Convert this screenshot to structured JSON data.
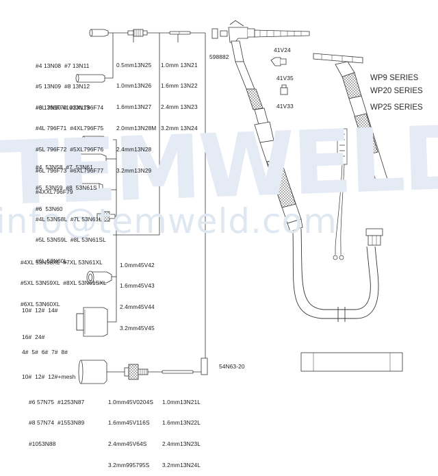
{
  "watermark": {
    "brand": "TEMWELD",
    "email": "info@temweld.com",
    "color": "#9fb8d8"
  },
  "series_labels": [
    "WP9 SERIES",
    "WP20 SERIES",
    "WP25 SERIES"
  ],
  "part_groups": {
    "collets_a": [
      "#4 13N08  #7 13N11",
      "#5 13N09  #8 13N12",
      "#6 13N10 #1013N13"
    ],
    "collet_bodies": [
      "0.5mm13N25",
      "1.0mm13N26",
      "1.6mm13N27",
      "2.0mm13N28M",
      "2.4mm13N28",
      "3.2mm13N29"
    ],
    "collets_b": [
      "1.0mm 13N21",
      "1.6mm 13N22",
      "2.4mm 13N23",
      "3.2mm 13N24"
    ],
    "backcap_short": "598882",
    "backcap_long": "41V24",
    "backcap_med": "41V35",
    "backcap_small": "41V33",
    "large_cups": [
      "#3L 796F70  #3XL796F74",
      "#4L 796F71  #4XL796F75",
      "#5L 796F72  #5XL796F76",
      "#6L 796F73  #6XL796F77",
      "#4XXL796F79"
    ],
    "cups_a": [
      "#4  53N58  #7  53N61",
      "#5  53N59  #8  53N61S",
      "#6  53N60"
    ],
    "cups_b": [
      "#4L 53N58L  #7L 53N61L",
      "#5L 53N59L  #8L 53N61SL",
      "#6L 53N60L"
    ],
    "cups_c": [
      "#4XL 53N58XL  #7XL 53N61XL",
      "#5XL 53N59XL  #8XL 53N61SXL",
      "#6XL 53N60XL"
    ],
    "gas_lens_bodies": [
      "1.0mm45V42",
      "1.6mm45V43",
      "2.4mm45V44",
      "3.2mm45V45"
    ],
    "cups_d": [
      "10#  12#  14#",
      "16#  24#"
    ],
    "cups_e": [
      "4#  5#  6#  7#  8#",
      "10#  12#  12#+mesh"
    ],
    "insulator": "54N63-20",
    "cups_f": [
      "#6 57N75  #1253N87",
      "#8 57N74  #1553N89",
      "#1053N88"
    ],
    "gas_lens_large": [
      "1.0mm45V0204S",
      "1.6mm45V116S",
      "2.4mm45V64S",
      "3.2mm995795S"
    ],
    "collets_c": [
      "1.0mm13N21L",
      "1.6mm13N22L",
      "2.4mm13N23L",
      "3.2mm13N24L"
    ]
  }
}
